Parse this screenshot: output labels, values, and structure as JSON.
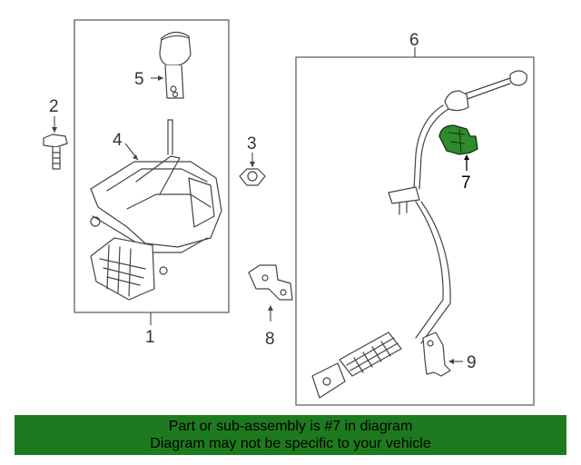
{
  "callouts": {
    "c1": "1",
    "c2": "2",
    "c3": "3",
    "c4": "4",
    "c5": "5",
    "c6": "6",
    "c7": "7",
    "c8": "8",
    "c9": "9"
  },
  "highlight": {
    "part_number": "7",
    "color": "#2e8b2e"
  },
  "banner": {
    "line1": "Part or sub-assembly is #7 in diagram",
    "line2": "Diagram may not be specific to your vehicle",
    "background": "#1e7a1e"
  }
}
